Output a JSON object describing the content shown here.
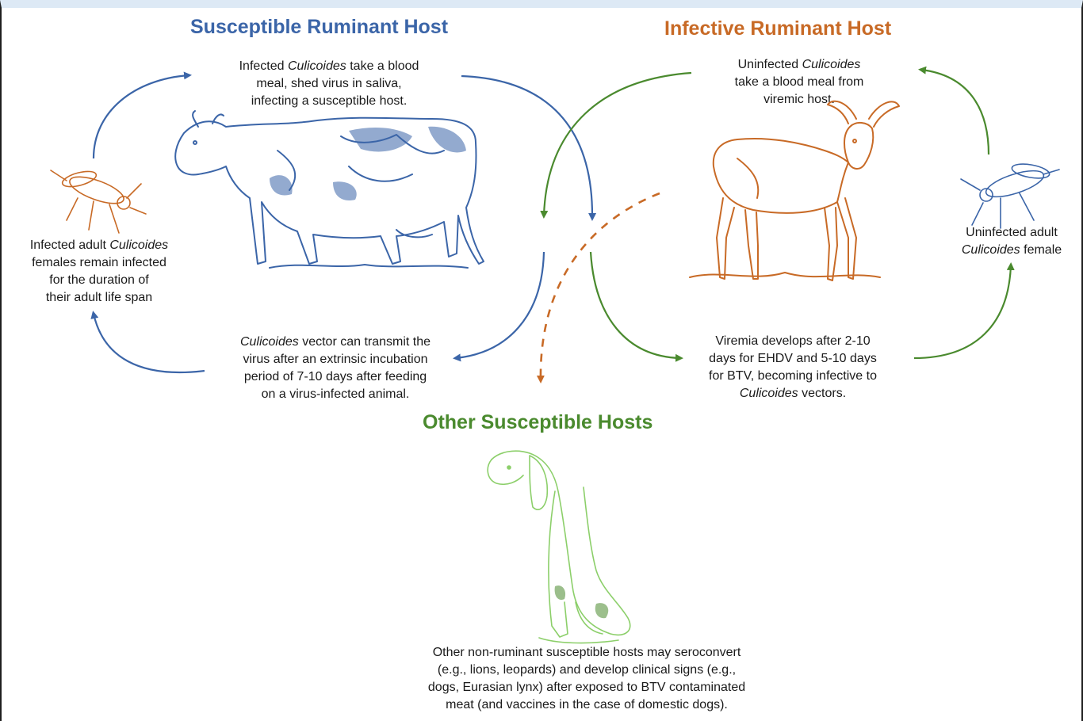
{
  "titles": {
    "susceptible": "Susceptible Ruminant Host",
    "infective": "Infective Ruminant Host",
    "other": "Other Susceptible Hosts"
  },
  "captions": {
    "blood_meal_infected": {
      "line1a": "Infected ",
      "line1b": "Culicoides",
      "line1c": " take a blood",
      "line2": "meal, shed virus in saliva,",
      "line3": "infecting a susceptible host."
    },
    "blood_meal_uninfected": {
      "line1a": "Uninfected ",
      "line1b": "Culicoides",
      "line2": "take a blood meal from",
      "line3": "viremic host."
    },
    "infected_adult": {
      "line1a": "Infected adult ",
      "line1b": "Culicoides",
      "line2": "females remain infected",
      "line3": "for the duration of",
      "line4": "their adult life span"
    },
    "uninfected_adult": {
      "line1": "Uninfected adult",
      "line2a": "Culicoides",
      "line2b": " female"
    },
    "vector_transmit": {
      "line1a": "Culicoides",
      "line1b": " vector can transmit the",
      "line2": "virus after an extrinsic incubation",
      "line3": "period of 7-10 days after feeding",
      "line4": "on a virus-infected animal."
    },
    "viremia": {
      "line1": "Viremia develops after 2-10",
      "line2": "days for EHDV and 5-10 days",
      "line3": "for BTV, becoming infective to",
      "line4a": "Culicoides",
      "line4b": " vectors."
    },
    "other_hosts": {
      "line1": "Other non-ruminant susceptible hosts may seroconvert",
      "line2": "(e.g., lions, leopards) and develop clinical signs (e.g.,",
      "line3": "dogs, Eurasian lynx) after exposed to BTV contaminated",
      "line4": "meat (and vaccines in the case of domestic dogs)."
    }
  },
  "colors": {
    "blue": "#3b65a8",
    "orange": "#c86a26",
    "green": "#4a8a2e",
    "light_green": "#8ccf6a",
    "header_bar": "#dde9f5"
  },
  "icons": {
    "cow": "cow-illustration-icon",
    "deer": "deer-illustration-icon",
    "dog": "dog-illustration-icon",
    "midge_infected": "midge-infected-icon",
    "midge_uninfected": "midge-uninfected-icon"
  }
}
